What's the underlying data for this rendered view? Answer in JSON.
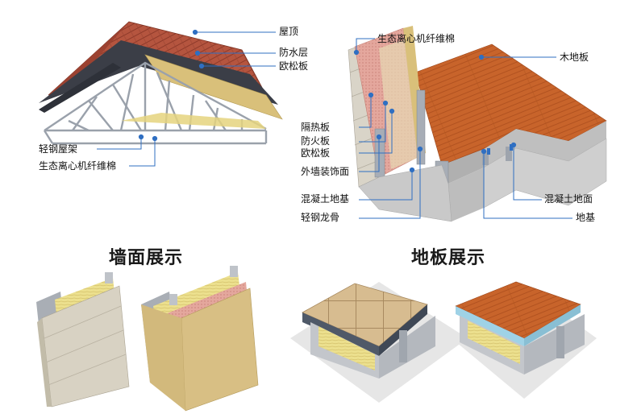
{
  "colors": {
    "leader_line": "#2f6fc2",
    "roof_tile": "#b5553f",
    "membrane": "#3a3d46",
    "osb": "#d9c07a",
    "steel": "#b9bec6",
    "wood_floor": "#c8642b",
    "concrete": "#d4d4d4",
    "pink_insulation": "#e9a79a",
    "yellow_insulation": "#ebe08d",
    "tile": "#d5b98e"
  },
  "roof": {
    "labels": {
      "roof": "屋顶",
      "waterproof": "防水层",
      "osb": "欧松板",
      "light_steel_truss": "轻钢屋架",
      "eco_fiber_cotton": "生态离心机纤维棉"
    }
  },
  "wall_floor": {
    "labels": {
      "eco_fiber_cotton": "生态离心机纤维棉",
      "wood_floor": "木地板",
      "insulation_board": "隔热板",
      "fireproof_board": "防火板",
      "osb": "欧松板",
      "exterior_finish": "外墙装饰面",
      "concrete_base": "混凝土地基",
      "light_steel_keel": "轻钢龙骨",
      "concrete_floor": "混凝土地面",
      "foundation": "地基"
    }
  },
  "sections": {
    "wall_title": "墙面展示",
    "floor_title": "地板展示"
  }
}
